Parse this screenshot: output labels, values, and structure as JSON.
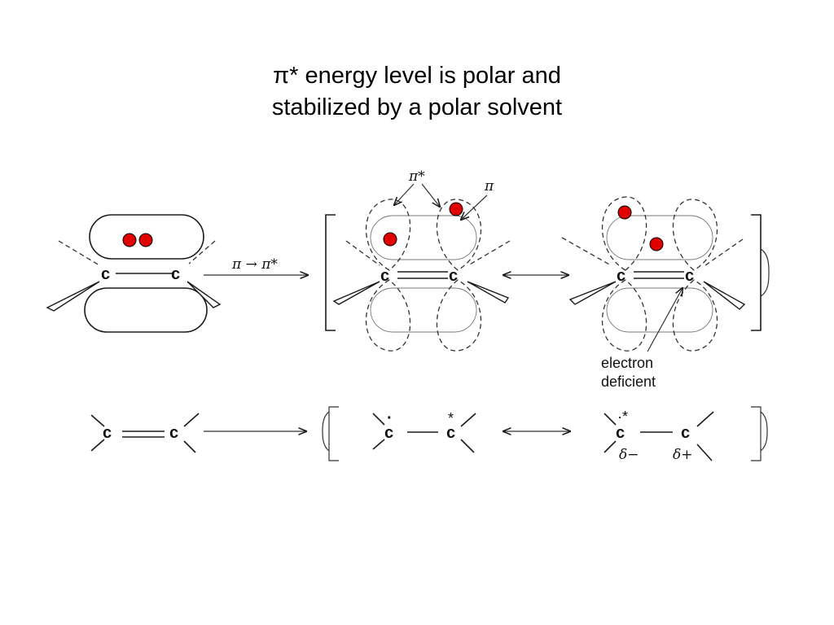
{
  "title": {
    "line1": "π* energy level is polar and",
    "line2": "stabilized by a polar solvent"
  },
  "diagram": {
    "atom": "c",
    "transition_label": "π → π*",
    "pi_star_label": "π*",
    "pi_label": "π",
    "electron_deficient_line1": "electron",
    "electron_deficient_line2": "deficient",
    "radical_dot": "·",
    "star": "*",
    "radical_star": "·*",
    "delta_minus": "δ−",
    "delta_plus": "δ+",
    "electron_color": "#e00000"
  }
}
